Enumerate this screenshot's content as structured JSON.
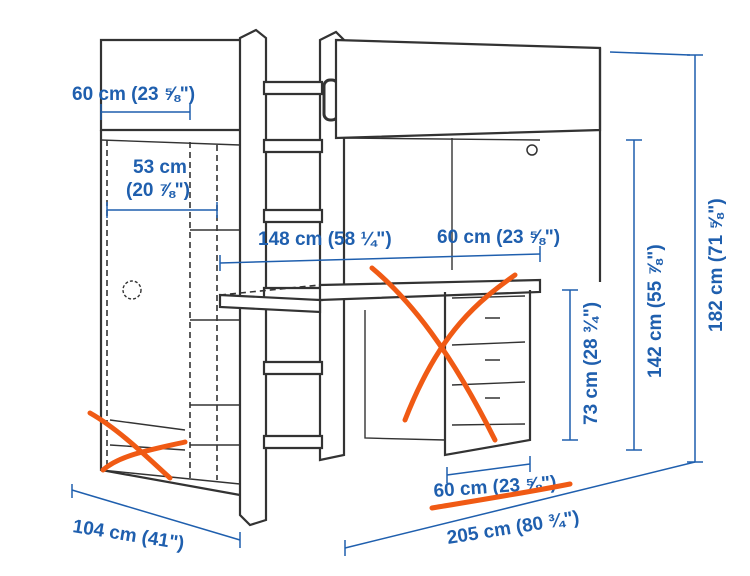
{
  "colors": {
    "dimension": "#1f5fae",
    "drawing": "#333333",
    "annotation": "#f05a14",
    "background": "#ffffff"
  },
  "dimensions": {
    "wardrobe_width": "60 cm (23 ⅝\")",
    "inner_width_cm": "53 cm",
    "inner_width_in": "(20 ⅞\")",
    "desk_length": "148 cm (58 ¼\")",
    "drawer_width_top": "60 cm (23 ⅝\")",
    "desk_height": "73 cm (28 ¾\")",
    "under_bed_height": "142 cm (55 ⅞\")",
    "total_height": "182 cm (71 ⅝\")",
    "drawer_width_bottom": "60 cm (23 ⅝\")",
    "depth": "104 cm (41\")",
    "length": "205 cm (80 ¾\")"
  }
}
